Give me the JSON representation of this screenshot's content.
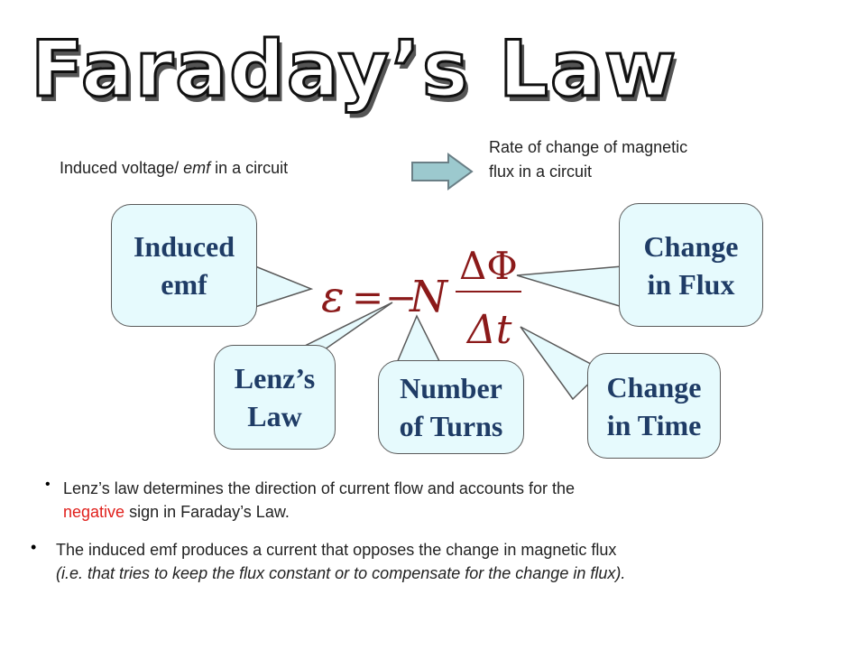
{
  "title": "Faraday’s Law",
  "intro": {
    "left_text_prefix": "Induced voltage/ ",
    "left_text_emf": "emf",
    "left_text_suffix": " in a circuit",
    "right_text": "Rate of change of magnetic flux in a circuit"
  },
  "callouts": {
    "induced_emf": [
      "Induced",
      "emf"
    ],
    "change_in_flux": [
      "Change",
      "in Flux"
    ],
    "lenzs_law": [
      "Lenz’s",
      "Law"
    ],
    "number_of_turns": [
      "Number",
      "of Turns"
    ],
    "change_in_time": [
      "Change",
      "in Time"
    ]
  },
  "equation": {
    "lhs": "ε",
    "equals": "=",
    "minus": "−",
    "N": "N",
    "numerator": "ΔΦ",
    "denominator": "Δt"
  },
  "bullets": {
    "b1_line1": "Lenz’s law determines the direction of current flow and accounts for the",
    "b1_line2_red": "negative",
    "b1_line2_rest": " sign in Faraday’s Law.",
    "b2_line1": "The induced emf produces a current that opposes the change in magnetic flux",
    "b2_line2": "(i.e. that tries to keep the flux constant or to compensate for the change in flux)."
  },
  "colors": {
    "title_fill": "#ffffff",
    "title_stroke": "#111111",
    "callout_fill": "#e6fafd",
    "callout_text": "#1f3c66",
    "equation": "#8b1a1a",
    "arrow_fill": "#9cc9ce",
    "negative": "#e0201c"
  }
}
